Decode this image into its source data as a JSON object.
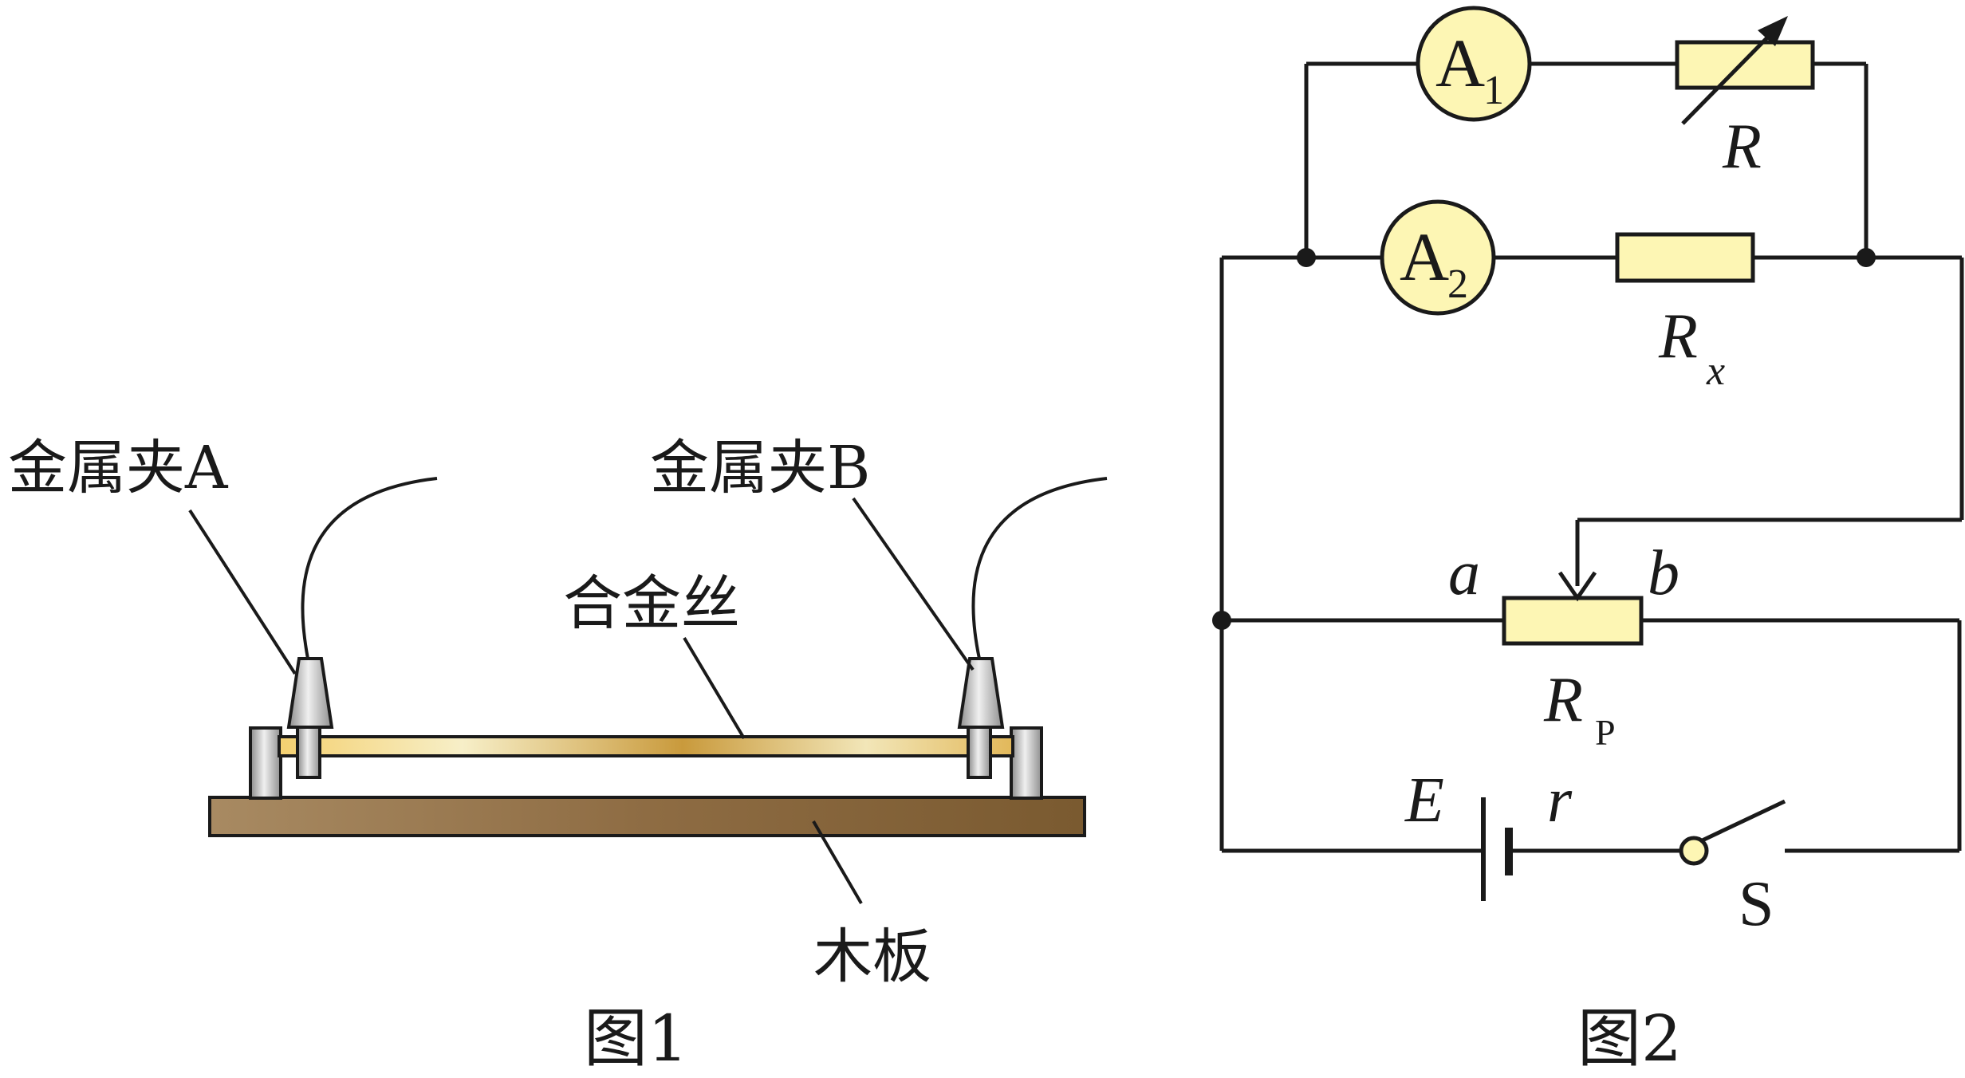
{
  "figure1": {
    "caption": "图1",
    "clip_a_label": "金属夹A",
    "clip_b_label": "金属夹B",
    "wire_label": "合金丝",
    "board_label": "木板"
  },
  "figure2": {
    "caption": "图2",
    "ammeter1": {
      "letter": "A",
      "sub": "1"
    },
    "ammeter2": {
      "letter": "A",
      "sub": "2"
    },
    "rheostat_label": "R",
    "rx_label": {
      "main": "R",
      "sub": "x"
    },
    "rp_label": {
      "main": "R",
      "sub": "P"
    },
    "terminal_a": "a",
    "terminal_b": "b",
    "emf_label": "E",
    "internal_r_label": "r",
    "switch_label": "S"
  },
  "colors": {
    "meter_fill": "#fdf6b4",
    "resistor_fill": "#fdf6b4",
    "wire_line": "#1a1a1a",
    "board": "#8b6a40",
    "alloy_wire": "#d9a94a",
    "clip_metal": "#b8b8b8"
  }
}
